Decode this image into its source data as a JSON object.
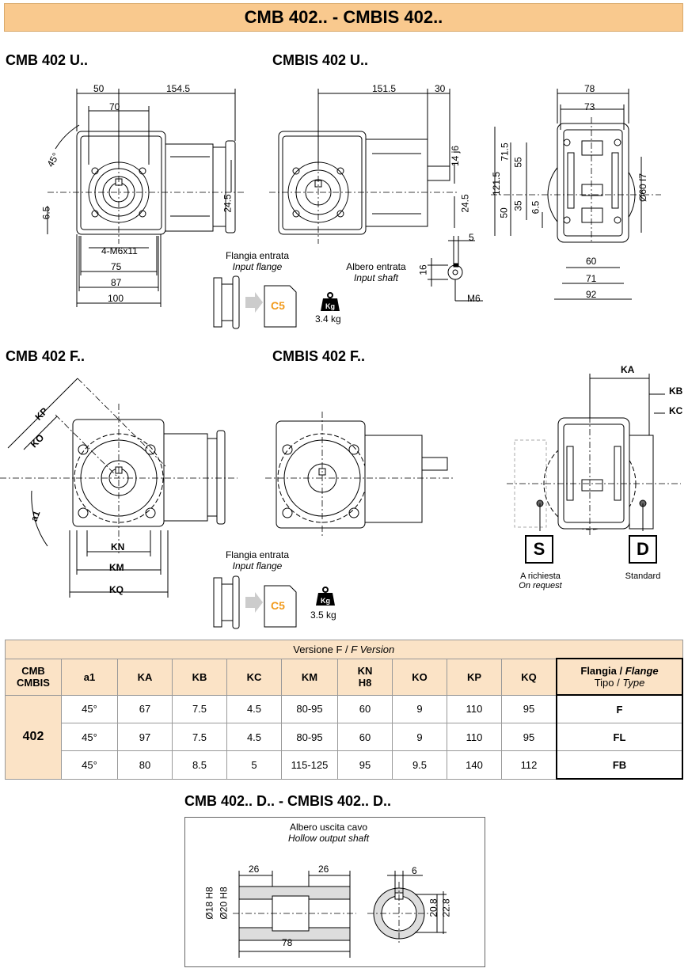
{
  "title": "CMB 402.. - CMBIS 402..",
  "sections": {
    "cmb_u": "CMB 402 U..",
    "cmbis_u": "CMBIS 402 U..",
    "cmb_f": "CMB 402 F..",
    "cmbis_f": "CMBIS 402 F..",
    "hollow": "CMB 402.. D..  -  CMBIS 402.. D.."
  },
  "dims_cmb_u": {
    "d50": "50",
    "d154": "154.5",
    "d70": "70",
    "deg45": "45°",
    "d65": "6.5",
    "d245": "24.5",
    "m6": "4-M6x11",
    "d75": "75",
    "d87": "87",
    "d100": "100"
  },
  "dims_cmbis_u": {
    "d151": "151.5",
    "d30": "30",
    "j6": "14 j6",
    "d245": "24.5"
  },
  "dims_side": {
    "d78": "78",
    "d73": "73",
    "d715": "71.5",
    "d1215": "121.5",
    "d55": "55",
    "f7": "Ø60 f7",
    "d50": "50",
    "d35": "35",
    "d65": "6.5",
    "d60": "60",
    "d71": "71",
    "d92": "92"
  },
  "shaft": {
    "d5": "5",
    "d16": "16",
    "m6": "M6",
    "label_it": "Albero entrata",
    "label_en": "Input shaft"
  },
  "flange1": {
    "label_it": "Flangia entrata",
    "label_en": "Input flange",
    "code": "C5",
    "weight": "3.4 kg",
    "kg": "Kg"
  },
  "flange2": {
    "label_it": "Flangia entrata",
    "label_en": "Input flange",
    "code": "C5",
    "weight": "3.5 kg",
    "kg": "Kg"
  },
  "dims_cmb_f": {
    "kp": "KP",
    "ko": "KO",
    "a1": "a1",
    "kn": "KN",
    "km": "KM",
    "kq": "KQ"
  },
  "dims_side_f": {
    "ka": "KA",
    "kb": "KB",
    "kc": "KC",
    "s": "S",
    "d": "D",
    "s_it": "A richiesta",
    "s_en": "On request",
    "d_label": "Standard"
  },
  "table": {
    "version_it": "Versione F / ",
    "version_en": "F Version",
    "headers": [
      "CMB\nCMBIS",
      "a1",
      "KA",
      "KB",
      "KC",
      "KM",
      "KN\nH8",
      "KO",
      "KP",
      "KQ"
    ],
    "flange_head_it": "Flangia / ",
    "flange_head_en": "Flange",
    "flange_sub_it": "Tipo / ",
    "flange_sub_en": "Type",
    "model": "402",
    "rows": [
      [
        "45°",
        "67",
        "7.5",
        "4.5",
        "80-95",
        "60",
        "9",
        "110",
        "95",
        "F"
      ],
      [
        "45°",
        "97",
        "7.5",
        "4.5",
        "80-95",
        "60",
        "9",
        "110",
        "95",
        "FL"
      ],
      [
        "45°",
        "80",
        "8.5",
        "5",
        "115-125",
        "95",
        "9.5",
        "140",
        "112",
        "FB"
      ]
    ]
  },
  "hollow": {
    "label_it": "Albero uscita cavo",
    "label_en": "Hollow output shaft",
    "d26a": "26",
    "d26b": "26",
    "d78": "78",
    "d18": "Ø18 H8",
    "d20": "Ø20 H8",
    "d6": "6",
    "d208": "20.8",
    "d228": "22.8"
  }
}
